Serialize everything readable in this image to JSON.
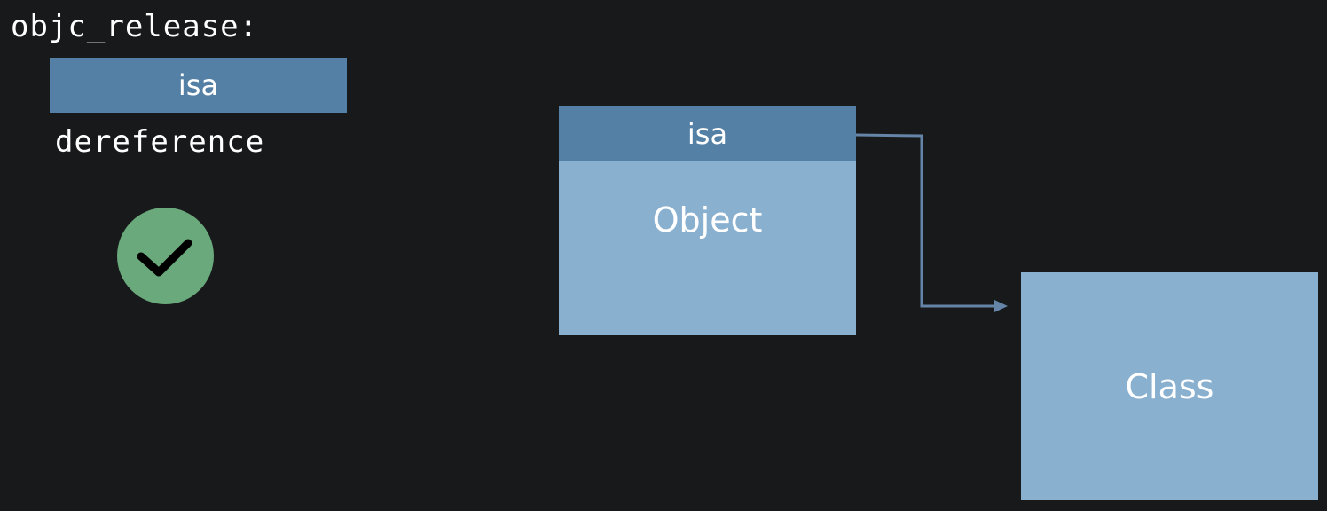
{
  "code": {
    "function_label": "objc_release:",
    "step_field": "isa",
    "step_action": "dereference",
    "status_icon": "checkmark-icon"
  },
  "diagram": {
    "object_field": "isa",
    "object_label": "Object",
    "class_label": "Class"
  },
  "colors": {
    "background": "#18191b",
    "field_blue": "#5580a6",
    "box_blue": "#8ab0d0",
    "arrow": "#6585a8",
    "success_green": "#69a97b"
  }
}
